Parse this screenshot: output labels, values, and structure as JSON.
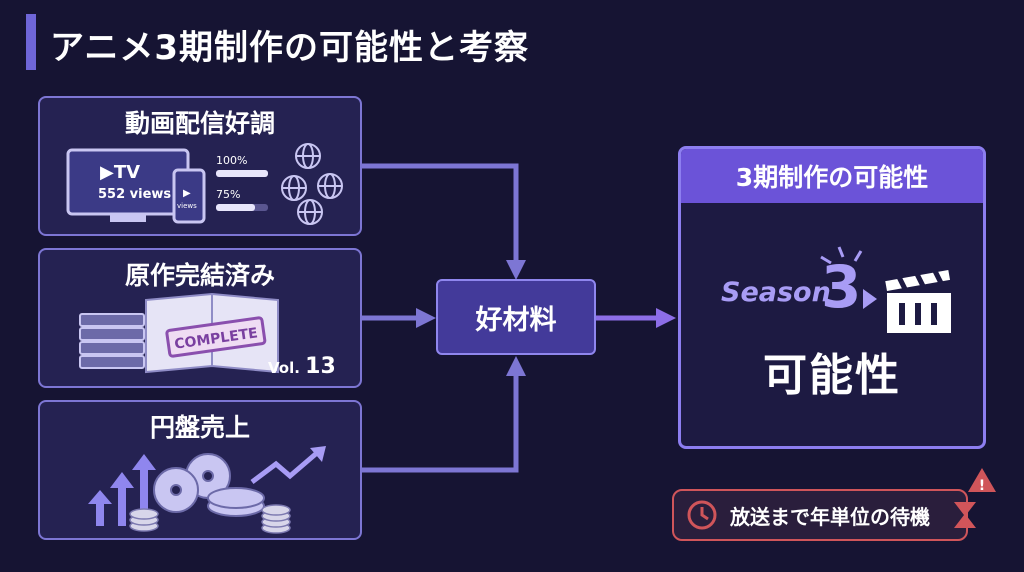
{
  "title": "アニメ3期制作の可能性と考察",
  "factors": [
    {
      "title": "動画配信好調",
      "tv_label": "▶TV",
      "views_label": "552 views",
      "phone_label": "views",
      "bar1_label": "100%",
      "bar2_label": "75%",
      "bar1_level": 1.0,
      "bar2_level": 0.75
    },
    {
      "title": "原作完結済み",
      "stamp": "COMPLETE",
      "volume_prefix": "Vol.",
      "volume_number": "13"
    },
    {
      "title": "円盤売上"
    }
  ],
  "hub": {
    "label": "好材料"
  },
  "result": {
    "header": "3期制作の可能性",
    "season_word": "Season",
    "season_number": "3",
    "main_label": "可能性"
  },
  "caution": {
    "label": "放送まで年単位の待機",
    "alert_glyph": "!"
  },
  "colors": {
    "background": "#161433",
    "panel": "#252252",
    "panel_border": "#7d76d4",
    "hub": "#433a9a",
    "result_header": "#6b53d8",
    "caution_border": "#d0555a",
    "arrow": "#7d76d4",
    "arrow_out": "#8d6ee8"
  }
}
